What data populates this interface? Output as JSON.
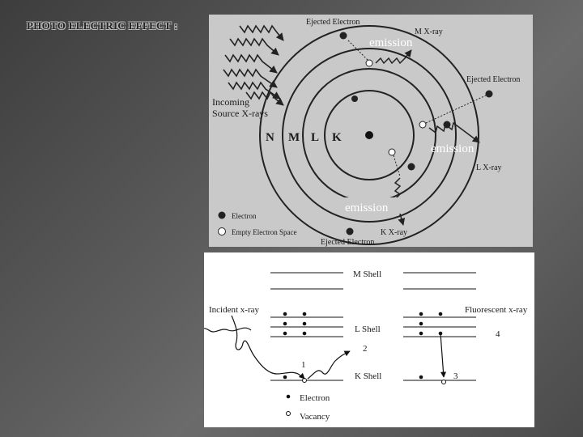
{
  "title": "PHOTO ELECTRIC EFFECT :",
  "atom_diagram": {
    "ejected_electron_top": "Ejected Electron",
    "ejected_electron_right": "Ejected Electron",
    "ejected_electron_bottom": "Ejected Electron",
    "m_xray": "M X-ray",
    "l_xray": "L X-ray",
    "k_xray": "K X-ray",
    "incoming_line1": "Incoming",
    "incoming_line2": "Source X-rays",
    "shell_n": "N",
    "shell_m": "M",
    "shell_l": "L",
    "shell_k": "K",
    "legend_electron": "Electron",
    "legend_empty": "Empty Electron Space",
    "emission_1": "emission",
    "emission_2": "emission",
    "emission_3": "emission"
  },
  "shell_diagram": {
    "m_shell": "M Shell",
    "l_shell": "L Shell",
    "k_shell": "K Shell",
    "incident": "Incident x-ray",
    "fluorescent": "Fluorescent x-ray",
    "step1": "1",
    "step2": "2",
    "step3": "3",
    "step4": "4",
    "legend_electron": "Electron",
    "legend_vacancy": "Vacancy"
  }
}
